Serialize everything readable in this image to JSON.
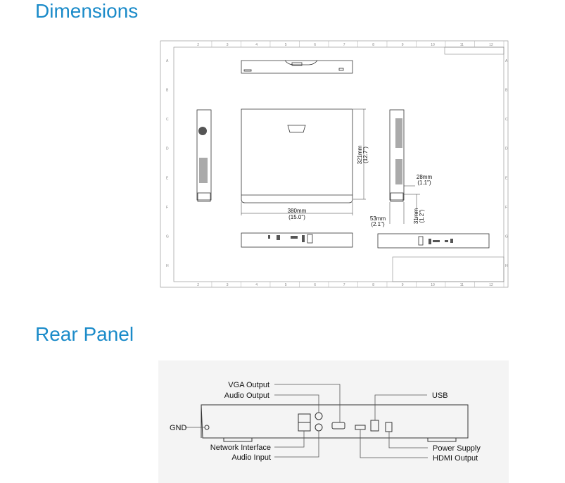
{
  "sections": {
    "dimensions_title": "Dimensions",
    "rear_panel_title": "Rear Panel"
  },
  "colors": {
    "heading": "#1b8bc9",
    "rear_panel_bg": "#f4f4f4"
  },
  "dimension_drawing": {
    "width": {
      "mm": "380mm",
      "in": "(15.0\")"
    },
    "depth": {
      "mm": "321mm",
      "in": "(12.7\")"
    },
    "foot_offset": {
      "mm": "28mm",
      "in": "(1.1\")"
    },
    "side_depth": {
      "mm": "53mm",
      "in": "(2.1\")"
    },
    "height": {
      "mm": "31mm",
      "in": "(1.2\")"
    },
    "grid_columns": [
      "2",
      "3",
      "4",
      "5",
      "6",
      "7",
      "8",
      "9",
      "10",
      "11",
      "12"
    ],
    "grid_rows": [
      "A",
      "B",
      "C",
      "D",
      "E",
      "F",
      "G",
      "H"
    ]
  },
  "rear_panel": {
    "labels": {
      "vga": "VGA Output",
      "audio_out": "Audio Output",
      "usb": "USB",
      "gnd": "GND",
      "network": "Network Interface",
      "audio_in": "Audio Input",
      "power": "Power Supply",
      "hdmi": "HDMI Output"
    }
  }
}
